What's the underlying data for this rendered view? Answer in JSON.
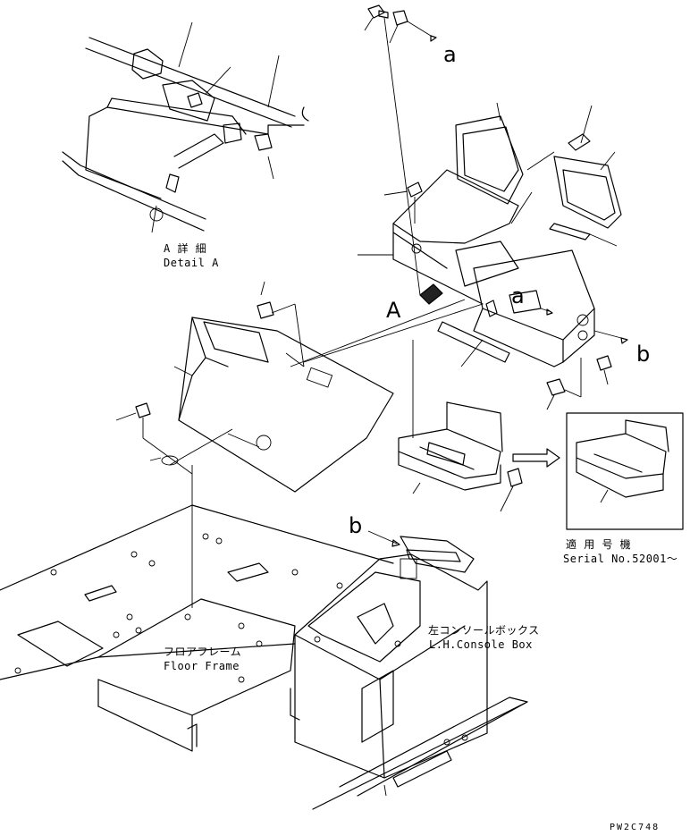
{
  "labels": {
    "detail_a_jp": "A 詳 細",
    "detail_a_en": "Detail A",
    "view_a": "A",
    "arrow_a_top": "a",
    "arrow_a_mid": "a",
    "arrow_b_right": "b",
    "arrow_b_left": "b",
    "serial_jp": "適 用 号 機",
    "serial_en": "Serial No.52001～",
    "floor_frame_jp": "フロアフレーム",
    "floor_frame_en": "Floor Frame",
    "console_jp": "左コンソールボックス",
    "console_en": "L.H.Console Box",
    "drawing_code": "PW2C748"
  }
}
